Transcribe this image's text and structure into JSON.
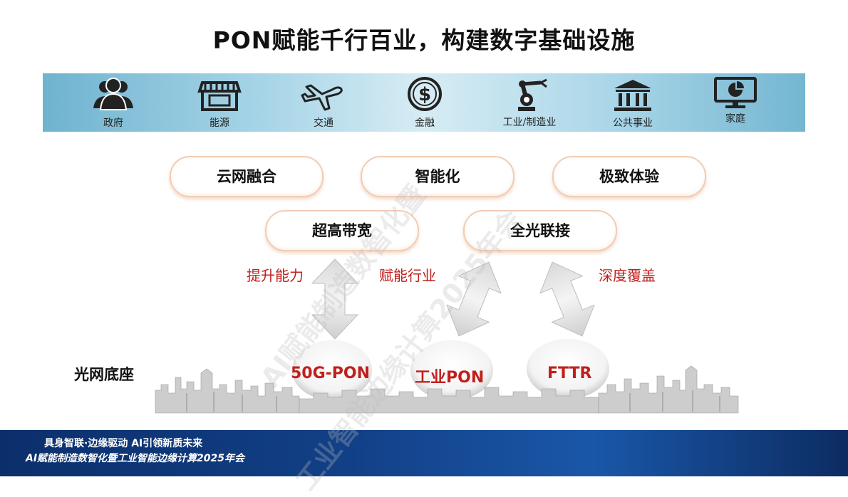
{
  "title": "PON赋能千行百业，构建数字基础设施",
  "industries": [
    {
      "label": "政府",
      "icon": "people-icon"
    },
    {
      "label": "能源",
      "icon": "storefront-icon"
    },
    {
      "label": "交通",
      "icon": "airplane-icon"
    },
    {
      "label": "金融",
      "icon": "dollar-coin-icon"
    },
    {
      "label": "工业/制造业",
      "icon": "robot-arm-icon"
    },
    {
      "label": "公共事业",
      "icon": "bank-building-icon"
    },
    {
      "label": "家庭",
      "icon": "monitor-chart-icon"
    }
  ],
  "features_row1": [
    "云网融合",
    "智能化",
    "极致体验"
  ],
  "features_row2": [
    "超高带宽",
    "全光联接"
  ],
  "arrow_labels": [
    "提升能力",
    "赋能行业",
    "深度覆盖"
  ],
  "base_label": "光网底座",
  "technologies": [
    "50G-PON",
    "工业PON",
    "FTTR"
  ],
  "footer": {
    "line1": "具身智联·边缘驱动 AI引领新质未来",
    "line2": "AI赋能制造数智化暨工业智能边缘计算2025年会"
  },
  "watermark": [
    "AI赋能制造数智化暨",
    "工业智能边缘计算2025年会"
  ],
  "colors": {
    "accent_red": "#c0201c",
    "band_blue": "#8cc6de",
    "pill_border": "#f1cdb5",
    "footer_blue": "#123f86"
  }
}
